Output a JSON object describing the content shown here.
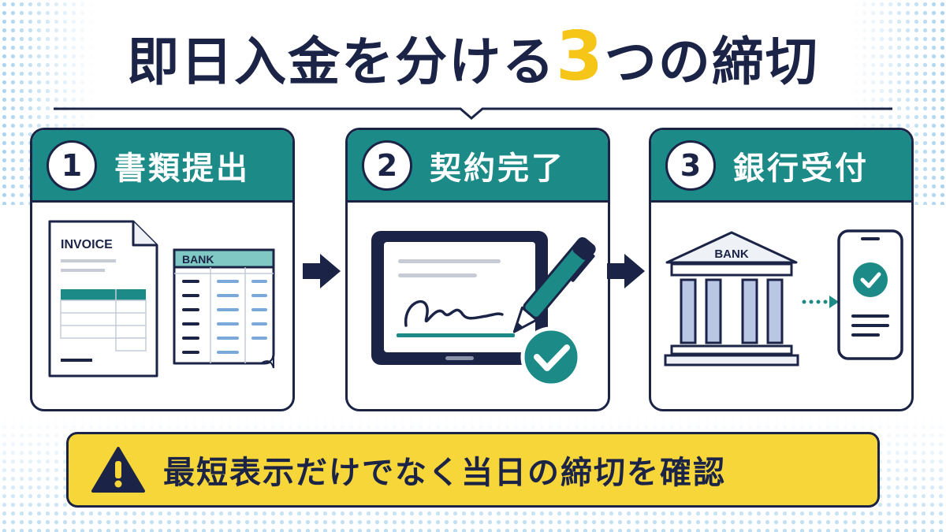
{
  "title": {
    "part1": "即日入金を分ける",
    "highlight": "3",
    "part2": "つの締切"
  },
  "steps": [
    {
      "number": "1",
      "label": "書類提出",
      "invoice_label": "INVOICE",
      "bank_label": "BANK"
    },
    {
      "number": "2",
      "label": "契約完了"
    },
    {
      "number": "3",
      "label": "銀行受付",
      "bank_label": "BANK"
    }
  ],
  "notice": {
    "text": "最短表示だけでなく当日の締切を確認"
  },
  "colors": {
    "navy": "#1b2446",
    "teal": "#1c8a86",
    "yellow": "#f7d63a",
    "dots": "#a9d3ef"
  },
  "icons": [
    "invoice-document-icon",
    "bank-statement-icon",
    "tablet-signature-icon",
    "pen-icon",
    "check-circle-icon",
    "bank-building-icon",
    "smartphone-check-icon",
    "warning-icon",
    "right-arrow-icon"
  ]
}
